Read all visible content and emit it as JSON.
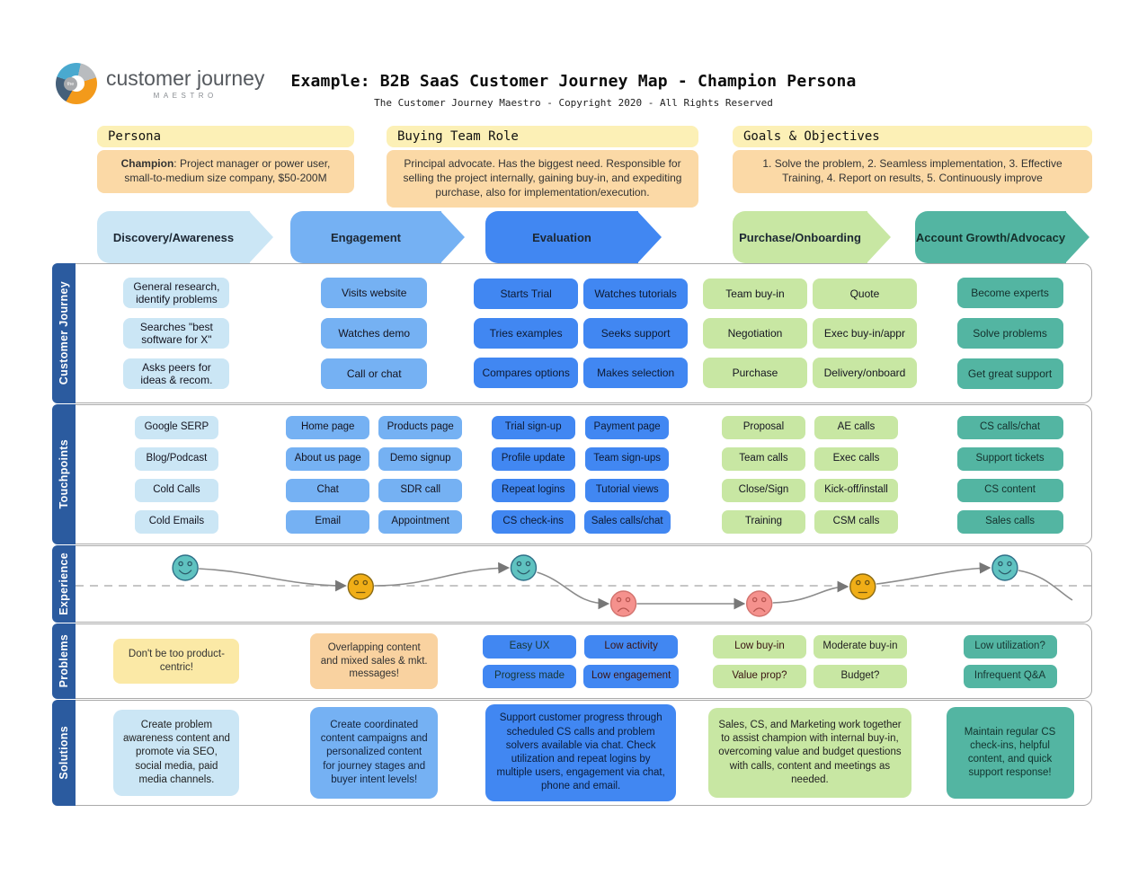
{
  "header": {
    "logo": {
      "brand": "customer journey",
      "sub": "MAESTRO",
      "badge": "the"
    },
    "title": "Example: B2B SaaS Customer Journey Map - Champion Persona",
    "subtitle": "The Customer Journey Maestro - Copyright 2020 - All Rights Reserved"
  },
  "info_boxes": [
    {
      "title": "Persona",
      "body_lead": "Champion",
      "body": ": Project manager or power user, small-to-medium size company, $50-200M"
    },
    {
      "title": "Buying Team Role",
      "body": "Principal advocate. Has the biggest need. Responsible for selling the project internally, gaining buy-in, and expediting purchase, also for implementation/execution."
    },
    {
      "title": "Goals & Objectives",
      "body": "1. Solve the problem, 2. Seamless implementation, 3. Effective Training, 4. Report on results, 5. Continuously improve"
    }
  ],
  "row_labels": [
    "Customer Journey",
    "Touchpoints",
    "Experience",
    "Problems",
    "Solutions"
  ],
  "stages": [
    {
      "label": "Discovery/Awareness",
      "color": "#cbe6f5",
      "journey": [
        "General research, identify problems",
        "Searches \"best software for X\"",
        "Asks peers for ideas & recom."
      ],
      "touchpoints": [
        "Google SERP",
        "Blog/Podcast",
        "Cold Calls",
        "Cold Emails"
      ],
      "problems": [
        {
          "text": "Don't be too product-centric!",
          "tone": "yellow"
        }
      ],
      "solution": "Create problem awareness content and promote via SEO, social media, paid media channels."
    },
    {
      "label": "Engagement",
      "color": "#75b1f3",
      "journey": [
        "Visits website",
        "Watches demo",
        "Call or chat"
      ],
      "touchpoints": [
        "Home page",
        "Products page",
        "About us page",
        "Demo signup",
        "Chat",
        "SDR call",
        "Email",
        "Appointment"
      ],
      "problems": [
        {
          "text": "Overlapping content and mixed sales & mkt. messages!",
          "tone": "peach"
        }
      ],
      "solution": "Create coordinated content campaigns and personalized content for journey stages and buyer intent levels!"
    },
    {
      "label": "Evaluation",
      "color": "#4187f2",
      "journey": [
        "Starts Trial",
        "Watches tutorials",
        "Tries examples",
        "Seeks support",
        "Compares options",
        "Makes selection"
      ],
      "touchpoints": [
        "Trial sign-up",
        "Payment page",
        "Profile update",
        "Team sign-ups",
        "Repeat logins",
        "Tutorial views",
        "CS check-ins",
        "Sales calls/chat"
      ],
      "problems": [
        {
          "text": "Easy UX",
          "tone": "teal"
        },
        {
          "text": "Low activity",
          "tone": "salmon"
        },
        {
          "text": "Progress made",
          "tone": "teal"
        },
        {
          "text": "Low engagement",
          "tone": "salmon"
        }
      ],
      "solution": "Support customer progress through scheduled CS calls and problem solvers available via chat. Check utilization and repeat logins by multiple users, engagement via chat, phone and email."
    },
    {
      "label": "Purchase/Onboarding",
      "color": "#c8e7a3",
      "journey": [
        "Team buy-in",
        "Quote",
        "Negotiation",
        "Exec buy-in/appr",
        "Purchase",
        "Delivery/onboard"
      ],
      "touchpoints": [
        "Proposal",
        "AE calls",
        "Team calls",
        "Exec calls",
        "Close/Sign",
        "Kick-off/install",
        "Training",
        "CSM calls"
      ],
      "problems": [
        {
          "text": "Low buy-in",
          "tone": "salmon"
        },
        {
          "text": "Moderate buy-in",
          "tone": "sand"
        },
        {
          "text": "Value prop?",
          "tone": "salmon"
        },
        {
          "text": "Budget?",
          "tone": "sand"
        }
      ],
      "solution": "Sales, CS, and Marketing work together to assist champion with internal buy-in, overcoming value and budget questions with calls, content and meetings as needed."
    },
    {
      "label": "Account Growth/Advocacy",
      "color": "#53b5a2",
      "journey": [
        "Become experts",
        "Solve problems",
        "Get great support"
      ],
      "touchpoints": [
        "CS calls/chat",
        "Support tickets",
        "CS content",
        "Sales calls"
      ],
      "problems": [
        {
          "text": "Low utilization?",
          "tone": "teal"
        },
        {
          "text": "Infrequent Q&A",
          "tone": "teal"
        }
      ],
      "solution": "Maintain regular CS check-ins, helpful content, and quick support response!"
    }
  ],
  "experience": {
    "moods": [
      "happy",
      "neutral",
      "happy",
      "sad",
      "sad",
      "neutral",
      "happy"
    ]
  },
  "colors": {
    "accent_bar": "#2b5b9f",
    "info_header_bg": "#fcf0b6",
    "info_body_bg": "#fbd9a6",
    "yellow": "#fbe9a6",
    "peach": "#f9d2a0",
    "sand": "#fbe0a9",
    "teal": "#93d5c6",
    "salmon": "#f98a7f",
    "happy": "#5fc2c0",
    "neutral": "#f0ae17",
    "sad": "#f5918d"
  }
}
